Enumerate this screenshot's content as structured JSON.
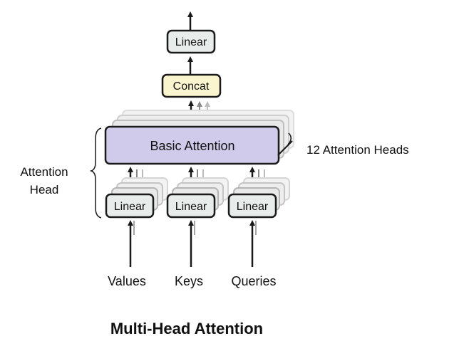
{
  "title": "Multi-Head Attention",
  "blocks": {
    "top_linear": "Linear",
    "concat": "Concat",
    "basic_attention": "Basic Attention",
    "linear_values": "Linear",
    "linear_keys": "Linear",
    "linear_queries": "Linear"
  },
  "inputs": {
    "values": "Values",
    "keys": "Keys",
    "queries": "Queries"
  },
  "annotations": {
    "heads": "12 Attention Heads",
    "attention_head_line1": "Attention",
    "attention_head_line2": "Head"
  },
  "colors": {
    "linear_fill": "#e8ecea",
    "concat_fill": "#fbf5cf",
    "attention_fill": "#d0cbea",
    "stroke": "#1a1a1a",
    "text": "#111111"
  }
}
